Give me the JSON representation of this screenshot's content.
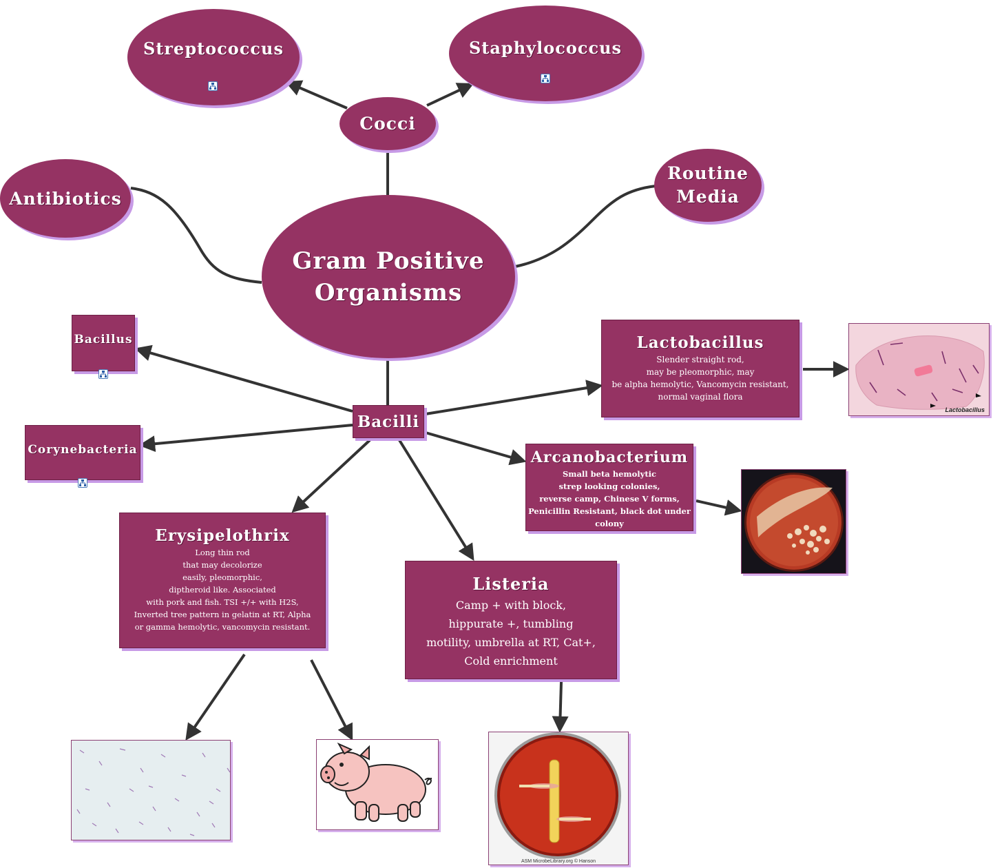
{
  "central": {
    "line1": "Gram Positive",
    "line2": "Organisms"
  },
  "cocci": "Cocci",
  "streptococcus": "Streptococcus",
  "staphylococcus": "Staphylococcus",
  "antibiotics": "Antibiotics",
  "routine_media": {
    "line1": "Routine",
    "line2": "Media"
  },
  "bacilli": "Bacilli",
  "bacillus": "Bacillus",
  "corynebacteria": "Corynebacteria",
  "lactobacillus": {
    "title": "Lactobacillus",
    "lines": [
      "Slender straight rod,",
      "may be pleomorphic, may",
      "be alpha hemolytic, Vancomycin resistant,",
      "normal vaginal flora"
    ],
    "image_caption": "Lactobacillus"
  },
  "arcanobacterium": {
    "title": "Arcanobacterium",
    "lines": [
      "Small beta hemolytic",
      "strep looking colonies,",
      "reverse camp, Chinese V forms,",
      "Penicillin Resistant, black dot under",
      "colony"
    ]
  },
  "erysipelothrix": {
    "title": "Erysipelothrix",
    "lines": [
      "Long thin rod",
      "that may decolorize",
      "easily, pleomorphic,",
      "diptheroid like. Associated",
      "with pork and fish. TSI +/+ with H2S,",
      "Inverted tree pattern in gelatin at RT, Alpha",
      "or gamma hemolytic, vancomycin resistant."
    ]
  },
  "listeria": {
    "title": "Listeria",
    "lines": [
      "Camp + with block,",
      "hippurate +, tumbling",
      "motility, umbrella at RT,  Cat+,",
      "Cold enrichment"
    ],
    "image_caption": "ASM MicrobeLibrary.org © Hanson"
  },
  "colors": {
    "node": "#953363",
    "shadow": "#c79ae6",
    "connector": "#333333"
  }
}
